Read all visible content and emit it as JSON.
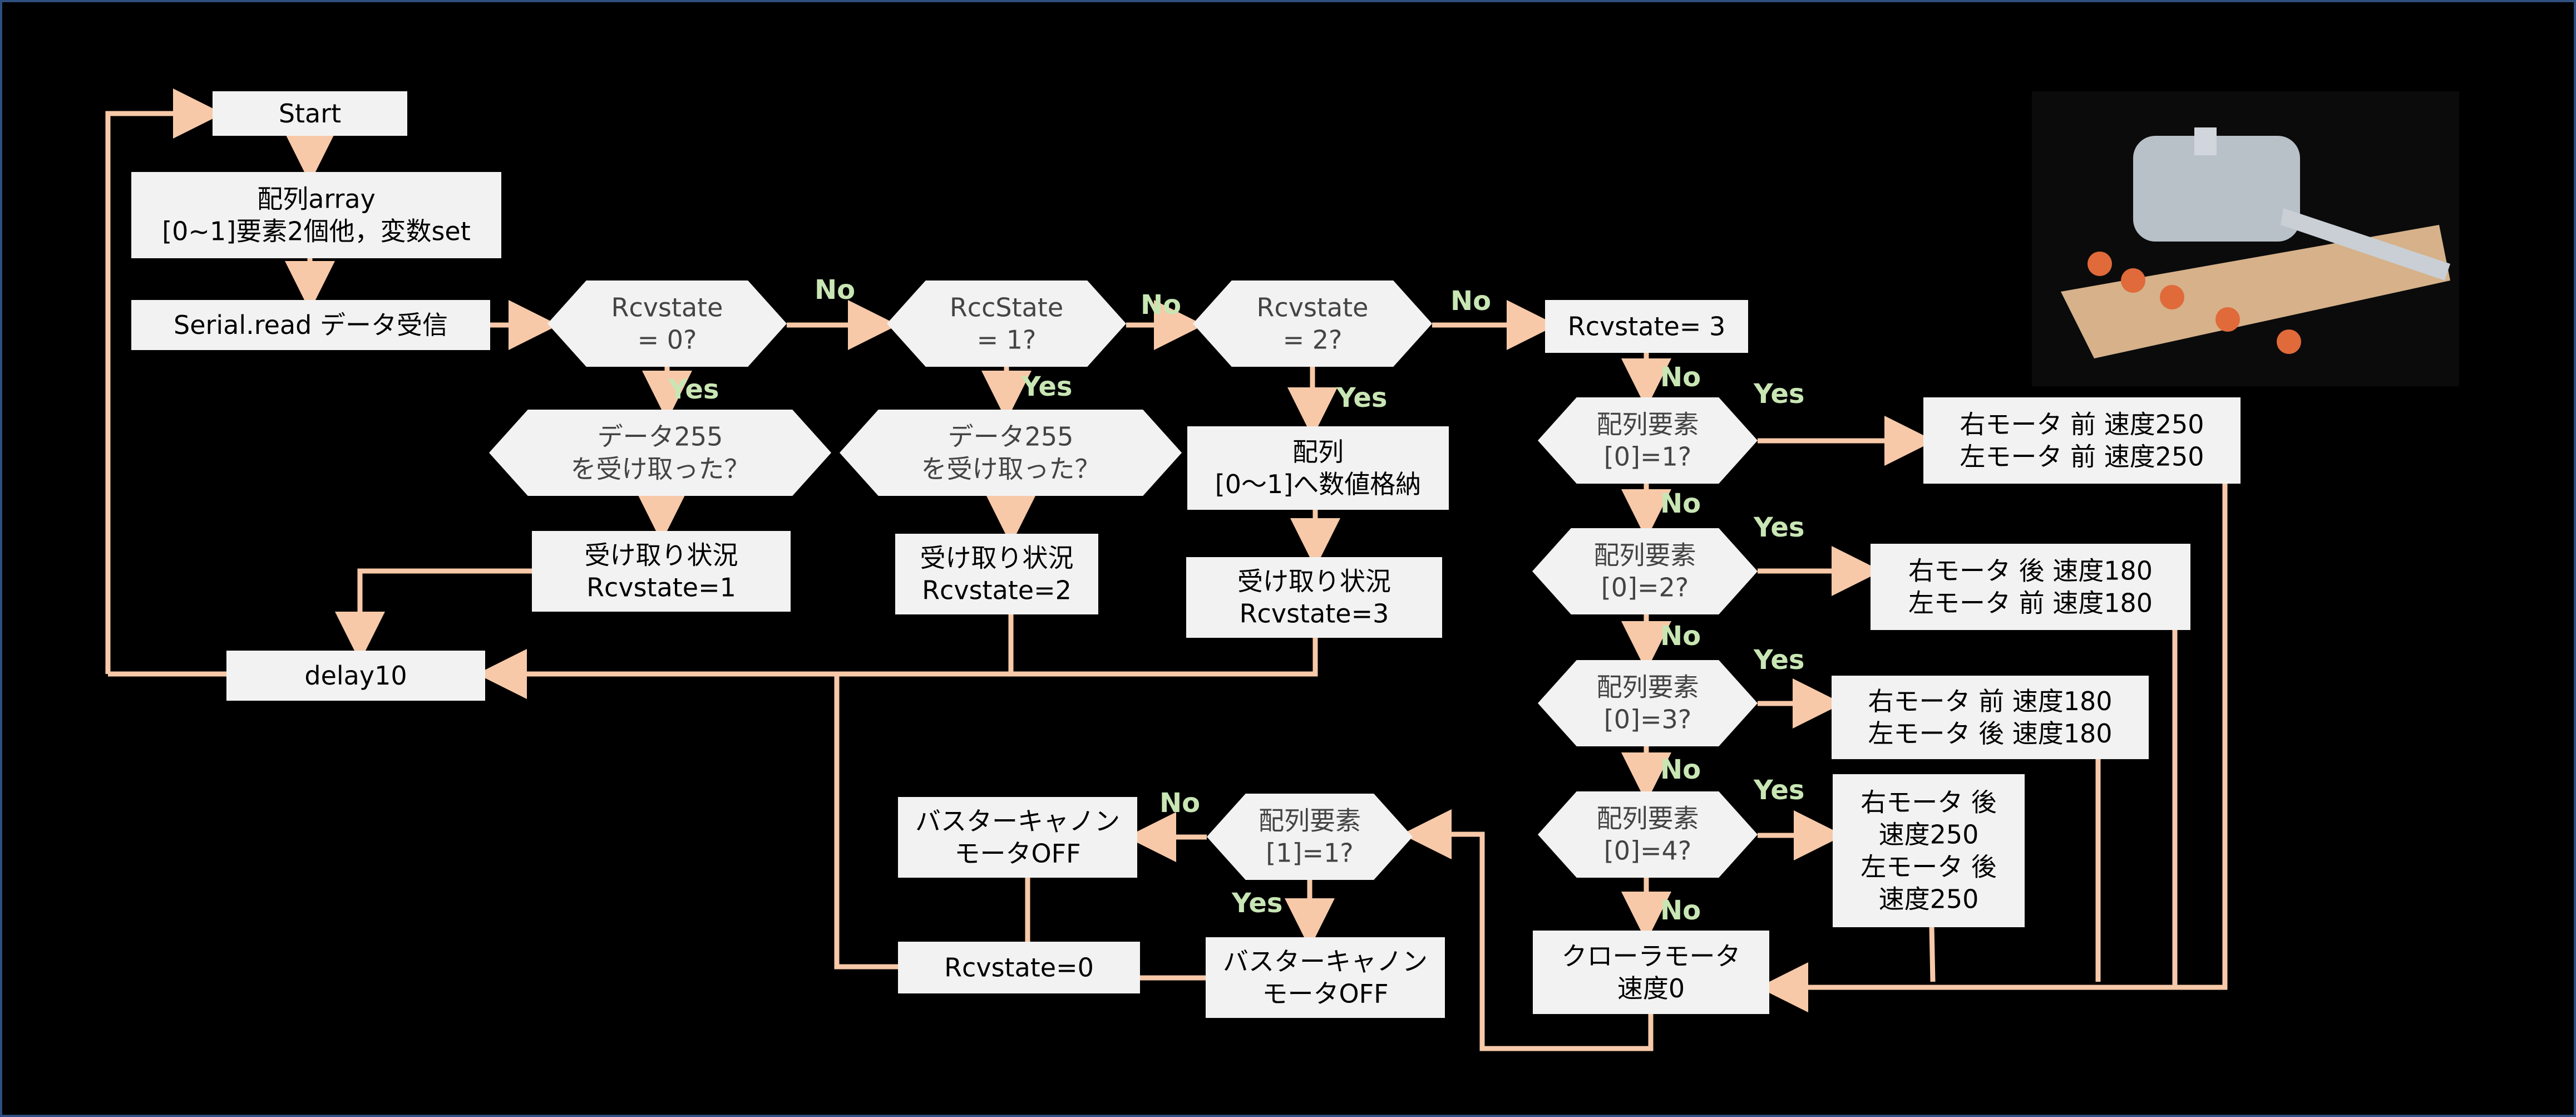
{
  "nodes": {
    "start": "Start",
    "init": [
      "配列array",
      "[0~1]要素2個他，変数set"
    ],
    "read": "Serial.read データ受信",
    "d0": [
      "Rcvstate",
      "= 0?"
    ],
    "d1": [
      "RccState",
      "= 1?"
    ],
    "d2": [
      "Rcvstate",
      "= 2?"
    ],
    "rs3": "Rcvstate= 3",
    "q255a": [
      "データ255",
      "を受け取った？"
    ],
    "q255b": [
      "データ255",
      "を受け取った？"
    ],
    "store": [
      "配列",
      "[0～1]へ数値格納"
    ],
    "st1": [
      "受け取り状況",
      "Rcvstate=1"
    ],
    "st2": [
      "受け取り状況",
      "Rcvstate=2"
    ],
    "st3": [
      "受け取り状況",
      "Rcvstate=3"
    ],
    "delay": "delay10",
    "a1": [
      "配列要素",
      "[0]=1?"
    ],
    "a2": [
      "配列要素",
      "[0]=2?"
    ],
    "a3": [
      "配列要素",
      "[0]=3?"
    ],
    "a4": [
      "配列要素",
      "[0]=4?"
    ],
    "m1": [
      "右モータ 前 速度250",
      "左モータ 前 速度250"
    ],
    "m2": [
      "右モータ 後 速度180",
      "左モータ 前 速度180"
    ],
    "m3": [
      "右モータ 前 速度180",
      "左モータ 後 速度180"
    ],
    "m4": [
      "右モータ 後",
      "速度250",
      "左モータ 後",
      "速度250"
    ],
    "crawler": [
      "クローラモータ",
      "速度0"
    ],
    "b1": [
      "配列要素",
      "[1]=1?"
    ],
    "bOff1": [
      "バスターキャノン",
      "モータOFF"
    ],
    "bOff2": [
      "バスターキャノン",
      "モータOFF"
    ],
    "rs0": "Rcvstate=0"
  },
  "labels": {
    "yes": "Yes",
    "no": "No"
  },
  "photo": {
    "subject": "tank-robot-photo"
  },
  "colors": {
    "arrow": "#f7c9a8",
    "box": "#f2f2f2",
    "label": "#c8e6b4"
  }
}
